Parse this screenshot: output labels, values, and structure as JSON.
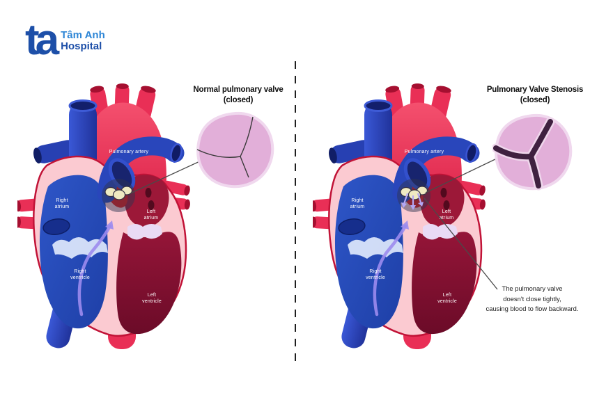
{
  "logo": {
    "monogram": "ta",
    "brand_top": "Tâm Anh",
    "brand_bottom": "Hospital"
  },
  "left_panel": {
    "inset_title": "Normal pulmonary valve\n(closed)",
    "heart_labels": {
      "pulmonary_artery": "Pulmonary artery",
      "right_atrium": "Right\natrium",
      "left_atrium": "Left\natrium",
      "right_ventricle": "Right\nventricle",
      "left_ventricle": "Left\nventricle"
    }
  },
  "right_panel": {
    "inset_title": "Pulmonary Valve Stenosis\n(closed)",
    "heart_labels": {
      "pulmonary_artery": "Pulmonary artery",
      "right_atrium": "Right\natrium",
      "left_atrium": "Left\natrium",
      "right_ventricle": "Right\nventricle",
      "left_ventricle": "Left\nventricle"
    },
    "annotation": "The pulmonary valve\ndoesn't close tightly,\ncausing blood to flow backward."
  },
  "colors": {
    "logo_blue_dark": "#1d4fa8",
    "logo_blue_light": "#2e86d6",
    "aorta_red": "#e92f56",
    "vessel_opening_red": "#a50f30",
    "vessel_blue": "#2946bb",
    "vessel_opening_blue": "#131f6b",
    "chamber_blue": "#2b52be",
    "left_atrium_maroon": "#9c1838",
    "left_ventricle_maroon": "#7e1031",
    "heart_wall_pink": "#fbcad1",
    "heart_outline_crimson": "#c11337",
    "valve_inset_pink": "#e2afd9",
    "valve_inset_rim": "#f0d8ee",
    "stenosis_dark": "#3f2140",
    "flow_arrow_purple": "#9c8bee",
    "divider_black": "#1f1f1f"
  }
}
